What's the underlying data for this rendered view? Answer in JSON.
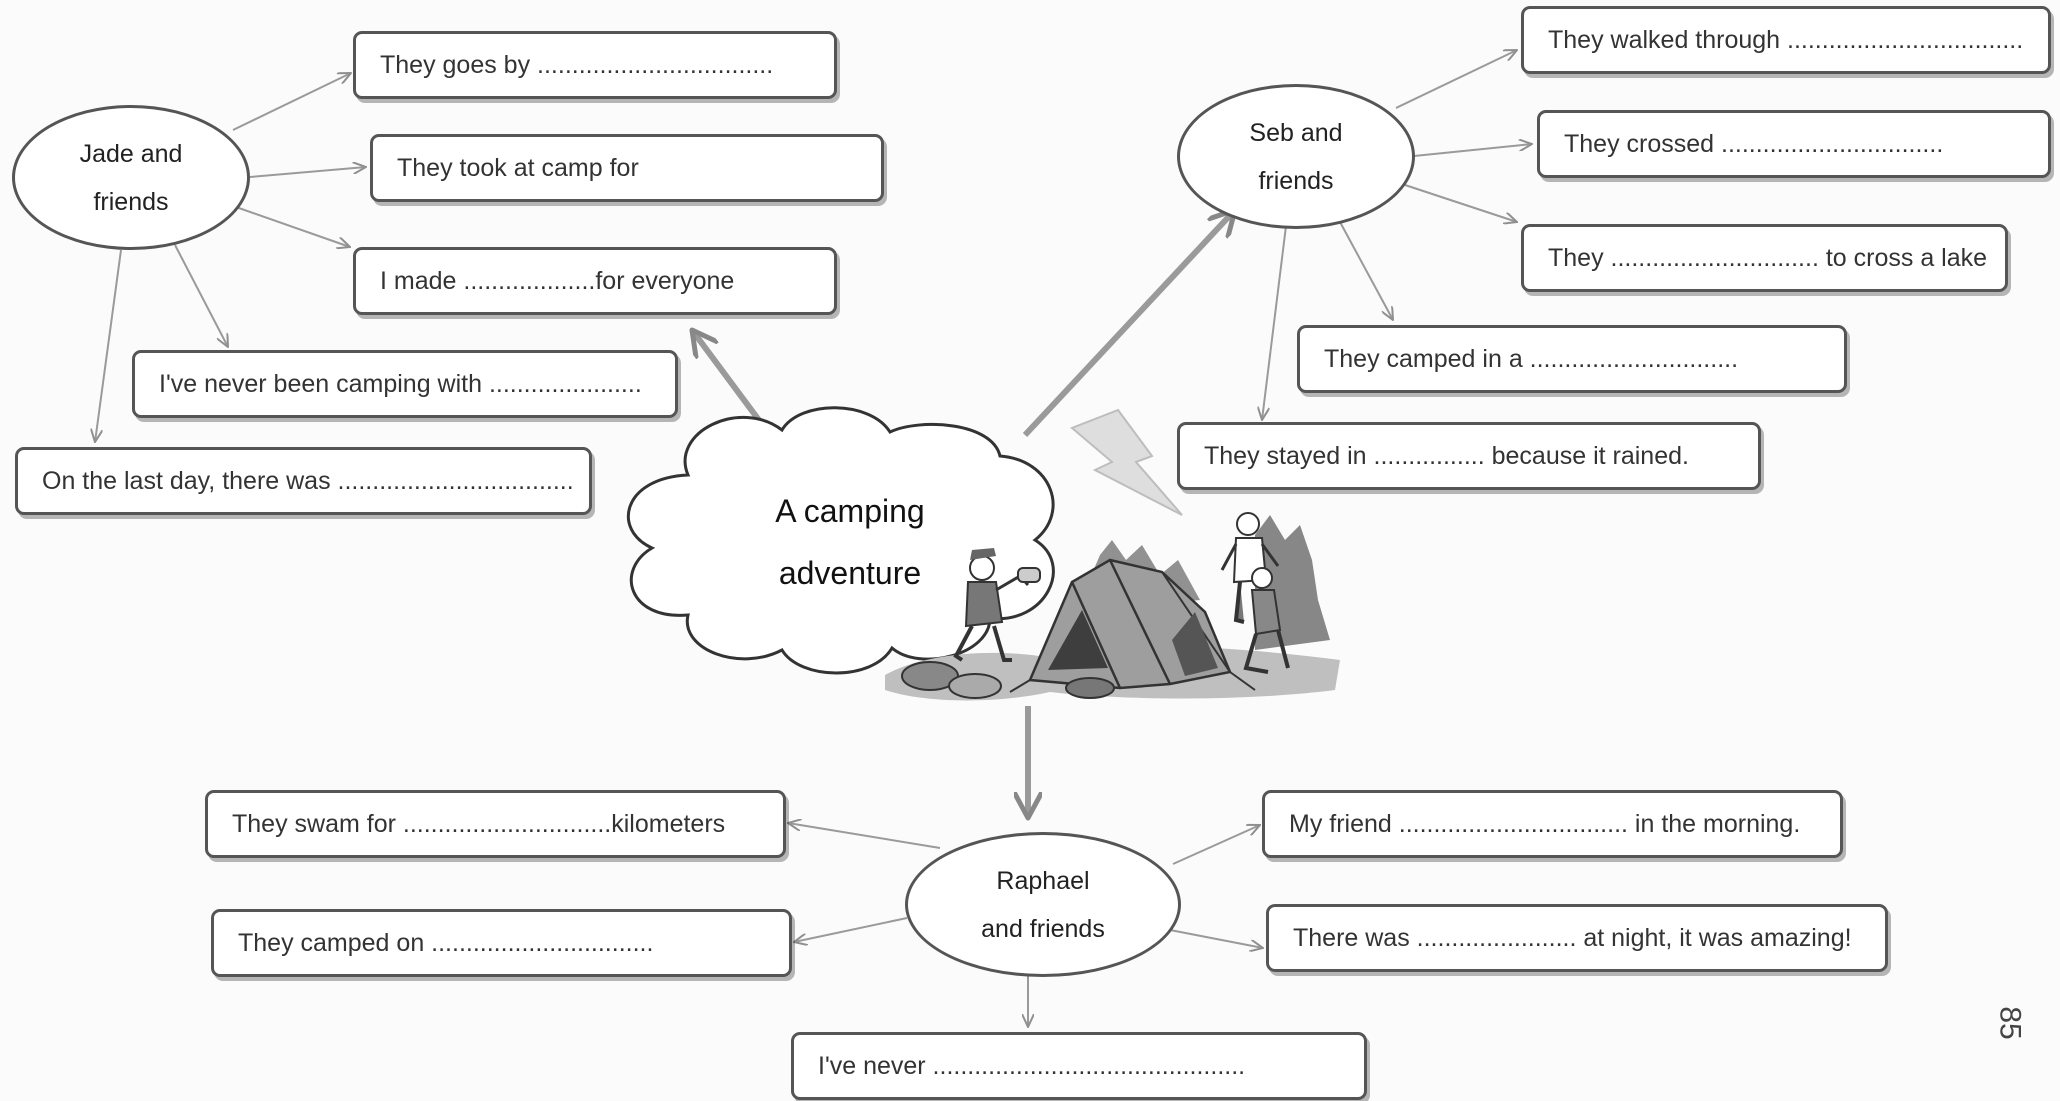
{
  "center": {
    "title_line1": "A camping",
    "title_line2": "adventure",
    "icon": "camping-scene-icon"
  },
  "groups": {
    "jade": {
      "name_line1": "Jade and",
      "name_line2": "friends",
      "prompts": [
        "They goes by ..................................",
        "They took at camp for",
        "I made ...................for everyone",
        "I've never been camping with ......................",
        "On the last day, there was .................................."
      ]
    },
    "seb": {
      "name_line1": "Seb and",
      "name_line2": "friends",
      "prompts": [
        "They walked through ..................................",
        "They crossed ................................",
        "They .............................. to cross a lake",
        "They camped in a ..............................",
        "They stayed in ................ because it rained."
      ]
    },
    "raphael": {
      "name_line1": "Raphael",
      "name_line2": "and friends",
      "prompts": [
        "They swam for ..............................kilometers",
        "They camped on ................................",
        "My friend ................................. in the morning.",
        "There was ....................... at night, it was amazing!",
        "I've never ............................................."
      ]
    }
  },
  "page_number": "85",
  "colors": {
    "box_border": "#555555",
    "arrow_thick": "#8a8a8a",
    "arrow_thin": "#9a9a9a",
    "lightning": "#d9d9d9"
  }
}
